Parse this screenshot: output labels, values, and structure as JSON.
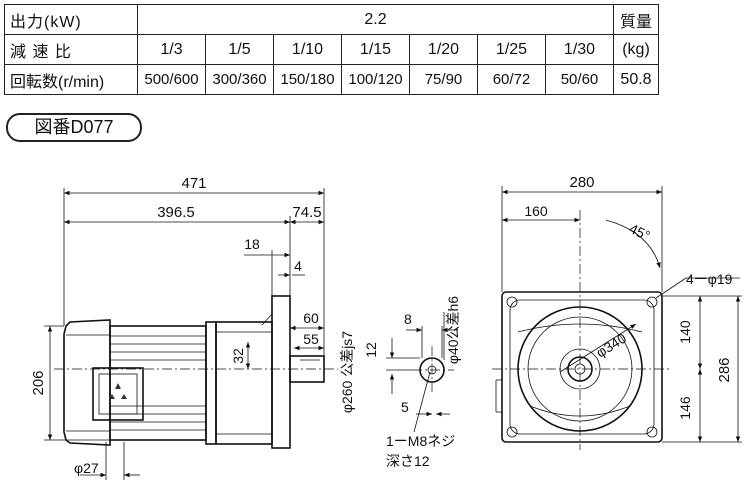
{
  "table": {
    "output_label": "出力(kW)",
    "output_value": "2.2",
    "mass_label": "質量",
    "mass_unit": "(kg)",
    "mass_value": "50.8",
    "ratio_label": "減 速 比",
    "rpm_label": "回転数(r/min)",
    "columns": [
      {
        "ratio": "1/3",
        "rpm": "500/600"
      },
      {
        "ratio": "1/5",
        "rpm": "300/360"
      },
      {
        "ratio": "1/10",
        "rpm": "150/180"
      },
      {
        "ratio": "1/15",
        "rpm": "100/120"
      },
      {
        "ratio": "1/20",
        "rpm": "75/90"
      },
      {
        "ratio": "1/25",
        "rpm": "60/72"
      },
      {
        "ratio": "1/30",
        "rpm": "50/60"
      }
    ]
  },
  "drawing_number": "図番D077",
  "dimensions": {
    "overall_length": "471",
    "motor_length": "396.5",
    "flange_offset": "74.5",
    "d18": "18",
    "d4": "4",
    "d60": "60",
    "d55": "55",
    "d32": "32",
    "height_206": "206",
    "phi27": "φ27",
    "phi260": "φ260 公差js7",
    "key_8": "8",
    "key_12": "12",
    "key_5": "5",
    "phi40": "φ40公差h6",
    "tap": "1ーM8ネジ",
    "tap_depth": "深さ12",
    "width_280": "280",
    "width_160": "160",
    "angle": "45°",
    "holes": "4ーφ19",
    "phi340": "φ340",
    "h140": "140",
    "h146": "146",
    "h286": "286"
  }
}
